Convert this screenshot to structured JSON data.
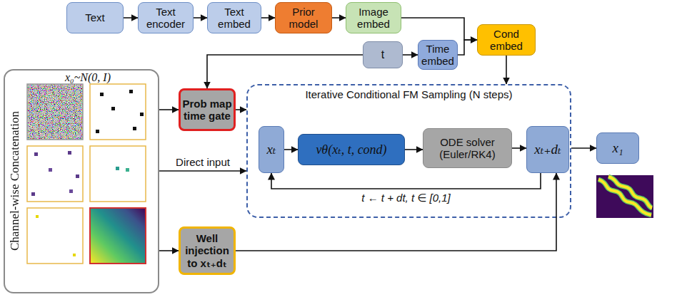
{
  "diagram": {
    "nodes": [
      {
        "text": [
          "Text"
        ]
      },
      {
        "text": [
          "Text encoder"
        ]
      },
      {
        "text": [
          "Text embed"
        ]
      },
      {
        "text": [
          "Prior model"
        ]
      },
      {
        "text": [
          "Image embed"
        ]
      },
      {
        "text": [
          "Cond embed"
        ]
      },
      {
        "text": [
          "t"
        ]
      },
      {
        "text": [
          "Time embed"
        ]
      },
      {
        "text": [
          "x₀~N(0, I)",
          "Channel-wise Concatenation"
        ]
      },
      {
        "text": [
          "Prob map time gate"
        ]
      },
      {
        "text": [
          "Iterative Conditional FM Sampling (N steps)"
        ]
      },
      {
        "text": [
          "xₜ"
        ],
        "in": 10
      },
      {
        "text": [
          "vθ(xₜ, t, cond)"
        ],
        "in": 10
      },
      {
        "text": [
          "ODE solver (Euler/RK4)"
        ],
        "in": 10
      },
      {
        "text": [
          "xₜ₊dₜ"
        ],
        "in": 10
      },
      {
        "text": [
          "x₁"
        ]
      },
      {
        "text": [
          "Well injection to xₜ₊dₜ"
        ]
      }
    ],
    "edges": [
      {
        "from": 0,
        "to": 1,
        "arrow": "to"
      },
      {
        "from": 1,
        "to": 2,
        "arrow": "to"
      },
      {
        "from": 2,
        "to": 3,
        "arrow": "to"
      },
      {
        "from": 3,
        "to": 4,
        "arrow": "to"
      },
      {
        "from": 4,
        "to": 5,
        "arrow": "to"
      },
      {
        "from": 6,
        "to": 7,
        "arrow": "to"
      },
      {
        "from": 7,
        "to": 5,
        "arrow": "to"
      },
      {
        "from": 6,
        "to": 9,
        "arrow": "to"
      },
      {
        "from": 5,
        "to": 10,
        "arrow": "to"
      },
      {
        "from": 8,
        "to": 9,
        "arrow": "to"
      },
      {
        "from": 9,
        "to": 10,
        "arrow": "to"
      },
      {
        "from": 8,
        "to": 10,
        "label": "Direct input",
        "arrow": "to"
      },
      {
        "from": 11,
        "to": 12,
        "arrow": "to"
      },
      {
        "from": 12,
        "to": 13,
        "arrow": "to"
      },
      {
        "from": 13,
        "to": 14,
        "arrow": "to"
      },
      {
        "from": 14,
        "to": 11,
        "label": "t ← t + dt, t ∈ [0,1]",
        "arrow": "to"
      },
      {
        "from": 8,
        "to": 16,
        "arrow": "to"
      },
      {
        "from": 16,
        "to": 14,
        "arrow": "to"
      },
      {
        "from": 10,
        "to": 15,
        "arrow": "to"
      }
    ]
  }
}
